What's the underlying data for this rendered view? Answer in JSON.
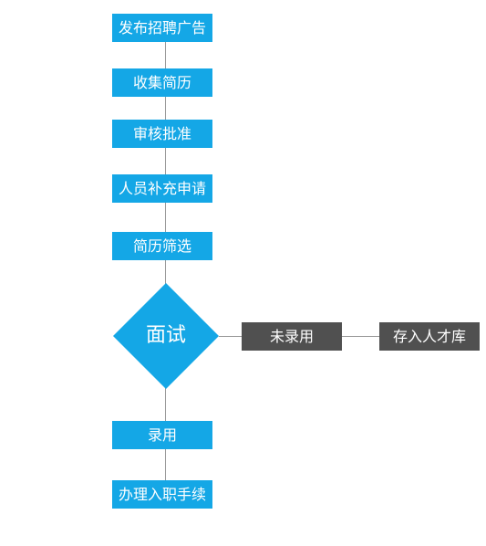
{
  "colors": {
    "step_fill": "#14a7e6",
    "side_fill": "#505050",
    "connector": "#9a9a9a",
    "text": "#ffffff"
  },
  "flow": {
    "steps": [
      {
        "label": "发布招聘广告"
      },
      {
        "label": "收集简历"
      },
      {
        "label": "审核批准"
      },
      {
        "label": "人员补充申请"
      },
      {
        "label": "简历筛选"
      },
      {
        "label": "录用"
      },
      {
        "label": "办理入职手续"
      }
    ],
    "decision": {
      "label": "面试"
    },
    "branch": [
      {
        "label": "未录用"
      },
      {
        "label": "存入人才库"
      }
    ]
  }
}
